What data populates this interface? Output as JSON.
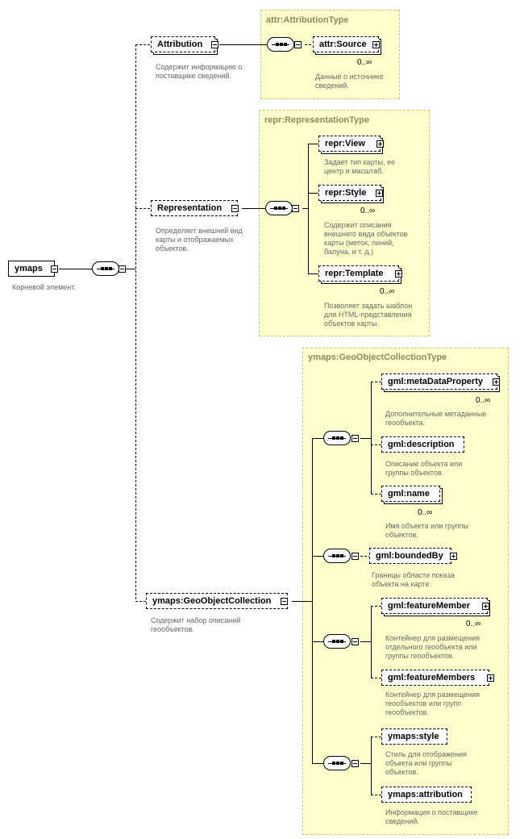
{
  "root": {
    "label": "ymaps",
    "desc": "Корневой элемент."
  },
  "groups": {
    "attribution_type": "attr:AttributionType",
    "representation_type": "repr:RepresentationType",
    "geo_type": "ymaps:GeoObjectCollectionType"
  },
  "children": {
    "attribution": {
      "label": "Attribution",
      "desc": "Содержит информацию о поставщике сведений."
    },
    "representation": {
      "label": "Representation",
      "desc": "Определяет внешний вид карты и отображаемых объектов."
    },
    "geo": {
      "label": "ymaps:GeoObjectCollection",
      "desc": "Содержит набор описаний геообъектов."
    }
  },
  "attr": {
    "source": {
      "label": "attr:Source",
      "card": "0..∞",
      "desc": "Данные о источнике сведений."
    }
  },
  "repr": {
    "view": {
      "label": "repr:View",
      "desc": "Задает тип карты, ее центр и масштаб."
    },
    "style": {
      "label": "repr:Style",
      "card": "0..∞",
      "desc": "Содержит описания внешнего вида объектов карты (меток, линий, балуна, и т. д.)"
    },
    "template": {
      "label": "repr:Template",
      "card": "0..∞",
      "desc": "Позволяет задать шаблон для HTML-представления объектов карты."
    }
  },
  "gml": {
    "meta": {
      "label": "gml:metaDataProperty",
      "card": "0..∞",
      "desc": "Дополнительные метаданные геообъекта."
    },
    "description": {
      "label": "gml:description",
      "desc": "Описание объекта или группы объектов."
    },
    "name": {
      "label": "gml:name",
      "card": "0..∞",
      "desc": "Имя объекта или группы объектов."
    },
    "bounded": {
      "label": "gml:boundedBy",
      "desc": "Границы области показа объекта на карте."
    },
    "member": {
      "label": "gml:featureMember",
      "card": "0..∞",
      "desc": "Контейнер для размещения отдельного геообъекта или группы геообъектов."
    },
    "members": {
      "label": "gml:featureMembers",
      "desc": "Контейнер для размещения геообъектов или групп геообъектов."
    },
    "ystyle": {
      "label": "ymaps:style",
      "desc": "Стиль для отображения объекта или группы объектов."
    },
    "yattr": {
      "label": "ymaps:attribution",
      "desc": "Информация о поставщике сведений."
    }
  }
}
